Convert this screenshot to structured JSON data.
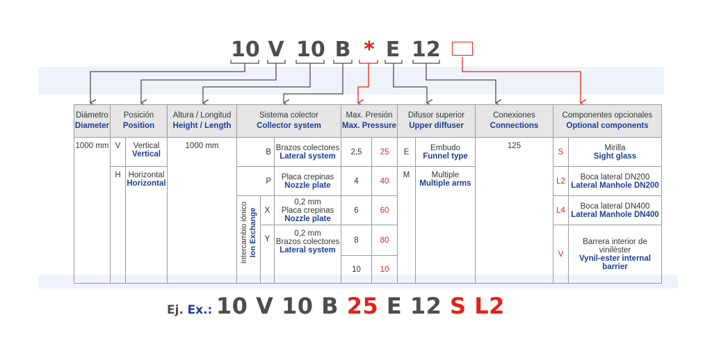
{
  "colors": {
    "text": "#333333",
    "english": "#1c3f94",
    "accent_red": "#e2231a",
    "header_bg": "#e6e6e6",
    "code_gray": "#4d4d4d"
  },
  "code": {
    "parts": [
      "10",
      "V",
      "10",
      "B",
      "*",
      "E",
      "12"
    ],
    "optional_box": "empty-red-box"
  },
  "headers": {
    "diametro": {
      "es": "Diámetro",
      "en": "Diameter"
    },
    "posicion": {
      "es": "Posición",
      "en": "Position"
    },
    "altura": {
      "es": "Altura / Longitud",
      "en": "Height / Length"
    },
    "sistema": {
      "es": "Sistema colector",
      "en": "Collector system"
    },
    "presion": {
      "es": "Max. Presión",
      "en": "Max. Pressure"
    },
    "difusor": {
      "es": "Difusor superior",
      "en": "Upper diffuser"
    },
    "conexiones": {
      "es": "Conexiones",
      "en": "Connections"
    },
    "componentes": {
      "es": "Componentes opcionales",
      "en": "Optional components"
    }
  },
  "diametro": "1000 mm",
  "posicion": [
    {
      "code": "V",
      "es": "Vertical",
      "en": "Vertical"
    },
    {
      "code": "H",
      "es": "Horizontal",
      "en": "Horizontal"
    }
  ],
  "altura": "1000 mm",
  "sistema": {
    "items": [
      {
        "code": "B",
        "es": "Brazos colectores",
        "en": "Lateral system"
      },
      {
        "code": "P",
        "es": "Placa crepinas",
        "en": "Nozzle plate"
      },
      {
        "code": "X",
        "es1": "0,2 mm",
        "es": "Placa crepinas",
        "en": "Nozzle plate"
      },
      {
        "code": "Y",
        "es1": "0,2 mm",
        "es": "Brazos colectores",
        "en": "Lateral system"
      }
    ],
    "ion_exchange": {
      "es": "Intercambio iónico",
      "en": "Ion Exchange"
    }
  },
  "presion": [
    {
      "value": "2,5",
      "code": "25"
    },
    {
      "value": "4",
      "code": "40"
    },
    {
      "value": "6",
      "code": "60"
    },
    {
      "value": "8",
      "code": "80"
    },
    {
      "value": "10",
      "code": "10"
    }
  ],
  "difusor": [
    {
      "code": "E",
      "es": "Embudo",
      "en": "Funnel type"
    },
    {
      "code": "M",
      "es": "Multiple",
      "en": "Multiple arms"
    }
  ],
  "conexiones": "125",
  "componentes": [
    {
      "code": "S",
      "es": "Mirilla",
      "en": "Sight glass"
    },
    {
      "code": "L2",
      "es": "Boca lateral DN200",
      "en": "Lateral Manhole DN200"
    },
    {
      "code": "L4",
      "es": "Boca lateral DN400",
      "en": "Lateral Manhole DN400"
    },
    {
      "code": "V",
      "es": "Barrera interior de viniléster",
      "en": "Vynil-ester internal barrier"
    }
  ],
  "example": {
    "label_es": "Ej.",
    "label_en": "Ex.:",
    "parts": [
      "10",
      "V",
      "10",
      "B"
    ],
    "pressure": "25",
    "diffuser_connection": [
      "E",
      "12"
    ],
    "options": [
      "S",
      "L2"
    ]
  }
}
